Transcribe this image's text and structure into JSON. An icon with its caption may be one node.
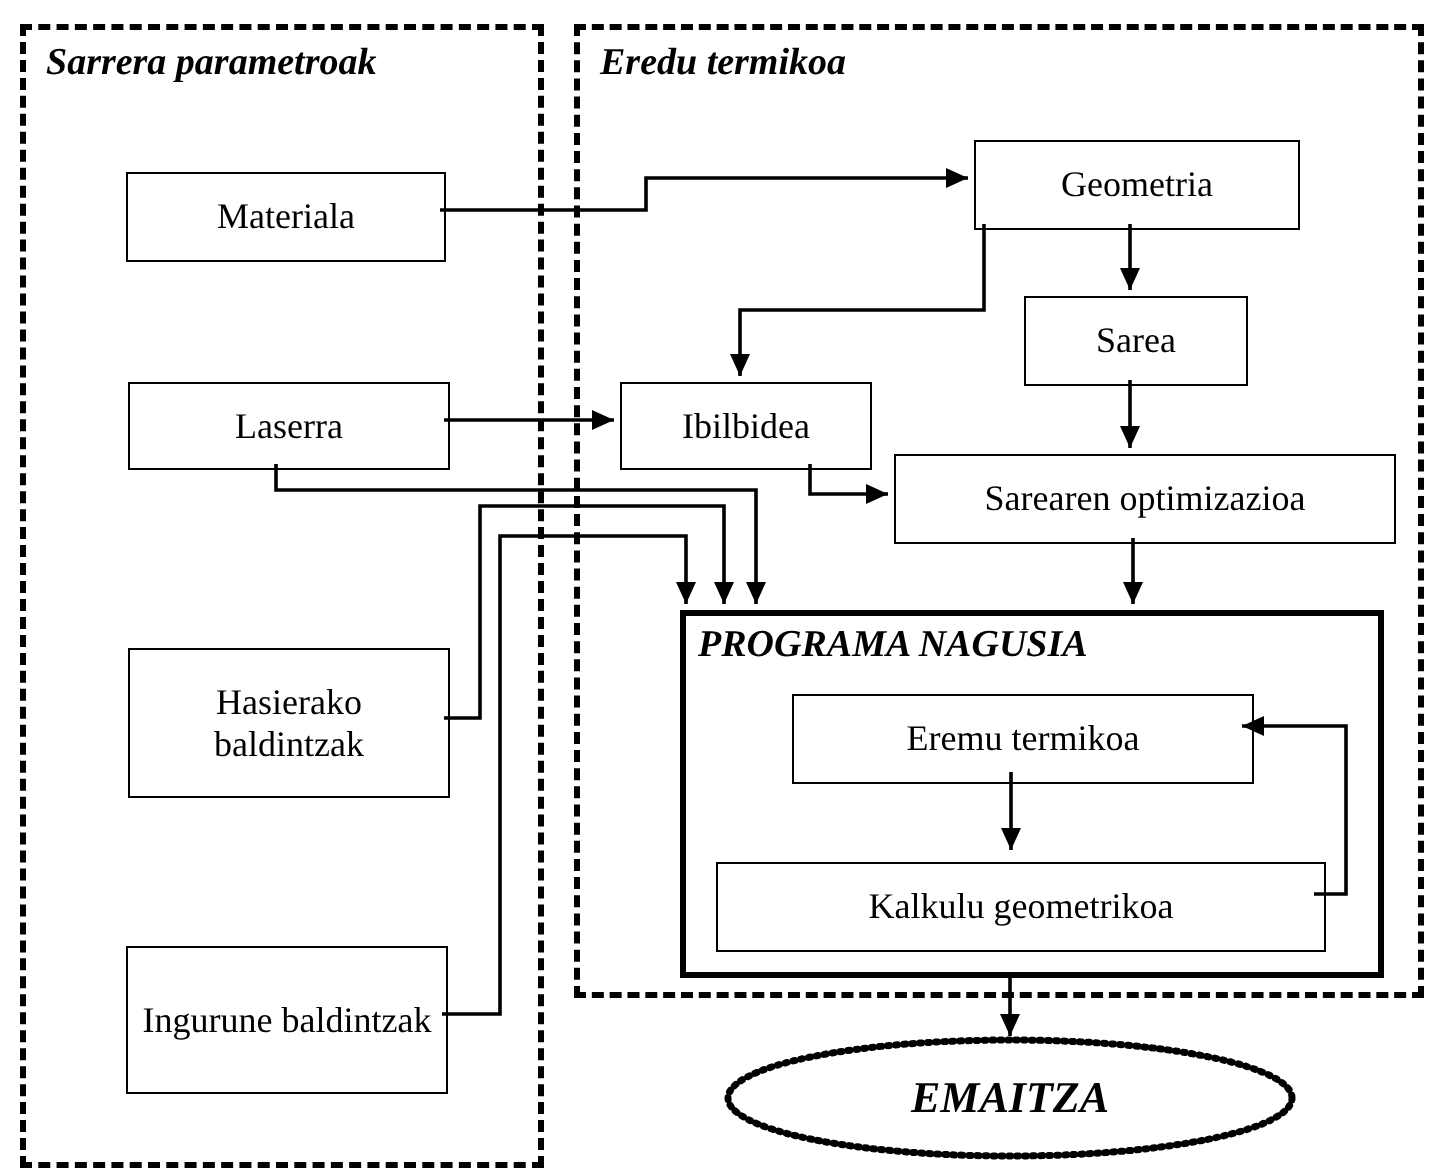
{
  "diagram": {
    "nodes": [
      {
        "text": [
          "Sarrera parametroak"
        ]
      },
      {
        "text": [
          "Materiala"
        ],
        "in": 0
      },
      {
        "text": [
          "Laserra"
        ],
        "in": 0
      },
      {
        "text": [
          "Hasierako baldintzak"
        ],
        "in": 0
      },
      {
        "text": [
          "Ingurune baldintzak"
        ],
        "in": 0
      },
      {
        "text": [
          "Eredu termikoa"
        ]
      },
      {
        "text": [
          "Geometria"
        ],
        "in": 5
      },
      {
        "text": [
          "Sarea"
        ],
        "in": 5
      },
      {
        "text": [
          "Ibilbidea"
        ],
        "in": 5
      },
      {
        "text": [
          "Sarearen optimizazioa"
        ],
        "in": 5
      },
      {
        "text": [
          "PROGRAMA NAGUSIA"
        ],
        "in": 5
      },
      {
        "text": [
          "Eremu termikoa"
        ],
        "in": 10
      },
      {
        "text": [
          "Kalkulu geometrikoa"
        ],
        "in": 10
      },
      {
        "text": [
          "EMAITZA"
        ]
      }
    ],
    "edges": [
      {
        "from": 1,
        "to": 6,
        "arrow": "to"
      },
      {
        "from": 2,
        "to": 8,
        "arrow": "to"
      },
      {
        "from": 6,
        "to": 7,
        "arrow": "to"
      },
      {
        "from": 6,
        "to": 8,
        "arrow": "to"
      },
      {
        "from": 7,
        "to": 9,
        "arrow": "to"
      },
      {
        "from": 8,
        "to": 9,
        "arrow": "to"
      },
      {
        "from": 9,
        "to": 10,
        "arrow": "to"
      },
      {
        "from": 2,
        "to": 10,
        "arrow": "to"
      },
      {
        "from": 3,
        "to": 10,
        "arrow": "to"
      },
      {
        "from": 4,
        "to": 10,
        "arrow": "to"
      },
      {
        "from": 11,
        "to": 12,
        "arrow": "to"
      },
      {
        "from": 12,
        "to": 11,
        "arrow": "to"
      },
      {
        "from": 10,
        "to": 13,
        "arrow": "to"
      }
    ]
  }
}
